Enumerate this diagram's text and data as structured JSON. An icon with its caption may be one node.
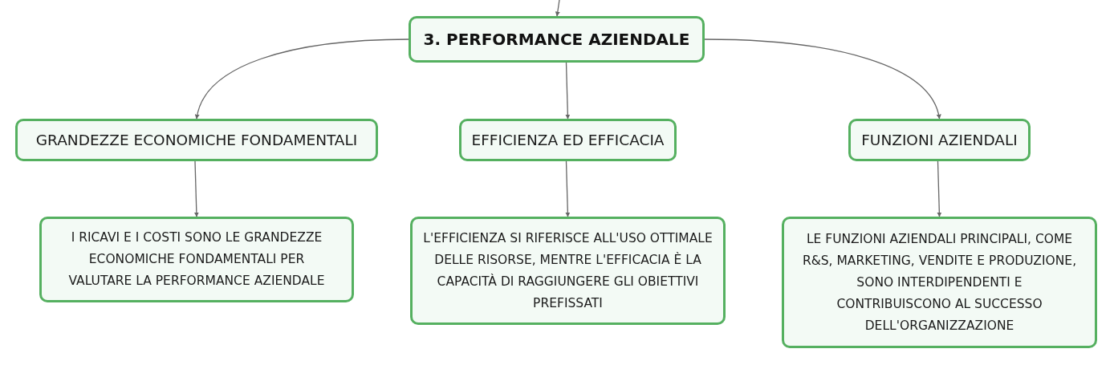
{
  "diagram": {
    "nodes": [
      {
        "text": [
          "3. PERFORMANCE AZIENDALE"
        ]
      },
      {
        "text": [
          "GRANDEZZE ECONOMICHE FONDAMENTALI"
        ]
      },
      {
        "text": [
          "EFFICIENZA ED EFFICACIA"
        ]
      },
      {
        "text": [
          "FUNZIONI AZIENDALI"
        ]
      },
      {
        "text": [
          "I RICAVI E I COSTI SONO LE GRANDEZZE ECONOMICHE FONDAMENTALI PER VALUTARE LA PERFORMANCE AZIENDALE"
        ]
      },
      {
        "text": [
          "L'EFFICIENZA SI RIFERISCE ALL'USO OTTIMALE DELLE RISORSE, MENTRE L'EFFICACIA È LA CAPACITÀ DI RAGGIUNGERE GLI OBIETTIVI PREFISSATI"
        ]
      },
      {
        "text": [
          "LE FUNZIONI AZIENDALI PRINCIPALI, COME R&S, MARKETING, VENDITE E PRODUZIONE, SONO INTERDIPENDENTI E CONTRIBUISCONO AL SUCCESSO DELL'ORGANIZZAZIONE"
        ]
      }
    ],
    "edges": [
      {
        "from": null,
        "to": 0,
        "arrow": "to"
      },
      {
        "from": 0,
        "to": 1,
        "arrow": "to"
      },
      {
        "from": 0,
        "to": 2,
        "arrow": "to"
      },
      {
        "from": 0,
        "to": 3,
        "arrow": "to"
      },
      {
        "from": 1,
        "to": 4,
        "arrow": "to"
      },
      {
        "from": 2,
        "to": 5,
        "arrow": "to"
      },
      {
        "from": 3,
        "to": 6,
        "arrow": "to"
      }
    ]
  }
}
